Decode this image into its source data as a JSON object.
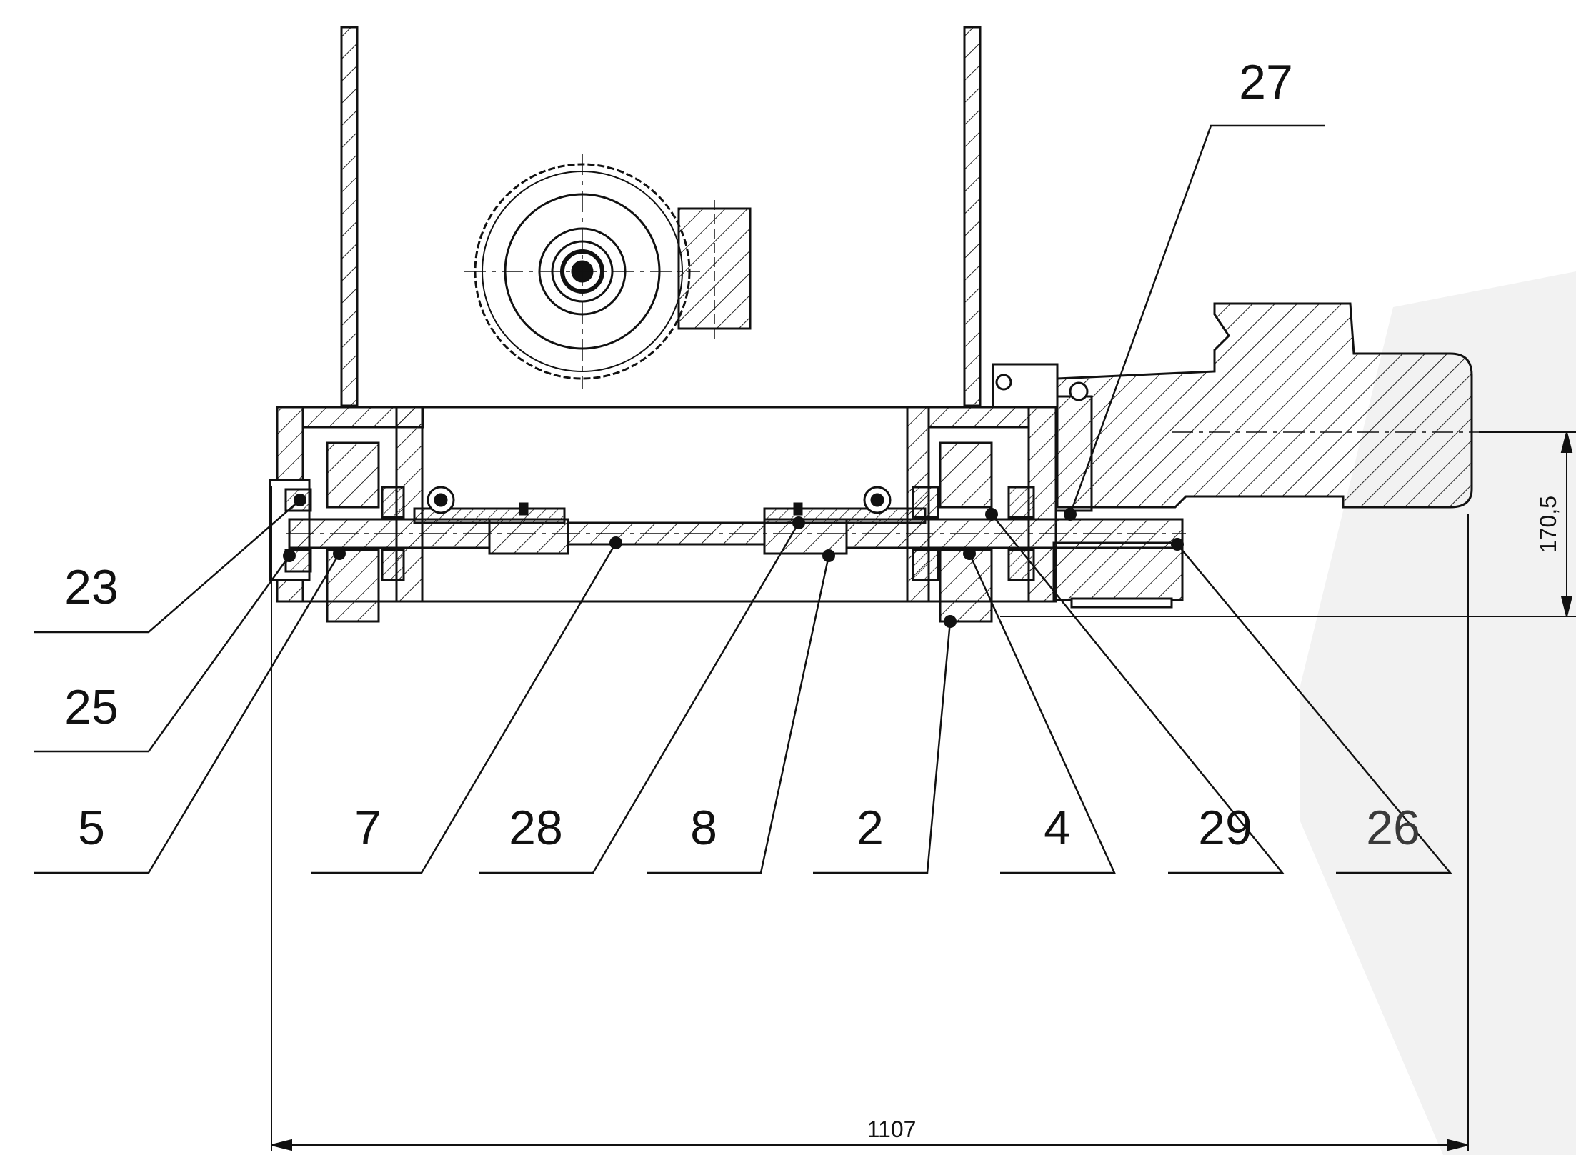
{
  "drawing": {
    "callouts_top": [
      {
        "id": "c27",
        "label": "27"
      }
    ],
    "callouts_left": [
      {
        "id": "c23",
        "label": "23"
      },
      {
        "id": "c25",
        "label": "25"
      },
      {
        "id": "c5",
        "label": "5"
      }
    ],
    "callouts_bottom": [
      {
        "id": "c7",
        "label": "7"
      },
      {
        "id": "c28",
        "label": "28"
      },
      {
        "id": "c8",
        "label": "8"
      },
      {
        "id": "c2",
        "label": "2"
      },
      {
        "id": "c4",
        "label": "4"
      },
      {
        "id": "c29",
        "label": "29"
      },
      {
        "id": "c26",
        "label": "26"
      }
    ],
    "dimensions": {
      "overall_width": "1107",
      "offset_height": "170,5"
    },
    "colors": {
      "line": "#111111",
      "watermark": "#f2f2f2",
      "callout_muted": "#3a3a3a"
    }
  }
}
